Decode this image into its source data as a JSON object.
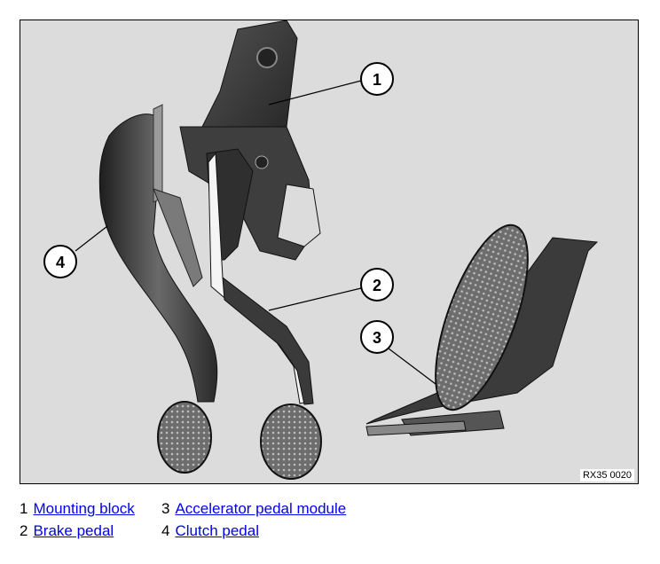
{
  "figure": {
    "code": "RX35 0020",
    "callouts": [
      "1",
      "2",
      "3",
      "4"
    ]
  },
  "legend": {
    "items": [
      {
        "num": "1",
        "label": "Mounting block"
      },
      {
        "num": "2",
        "label": "Brake pedal"
      },
      {
        "num": "3",
        "label": "Accelerator pedal module"
      },
      {
        "num": "4",
        "label": "Clutch pedal"
      }
    ]
  },
  "colors": {
    "background": "#dcdcdc",
    "part": "#3a3a3a",
    "link": "#0000ee"
  }
}
